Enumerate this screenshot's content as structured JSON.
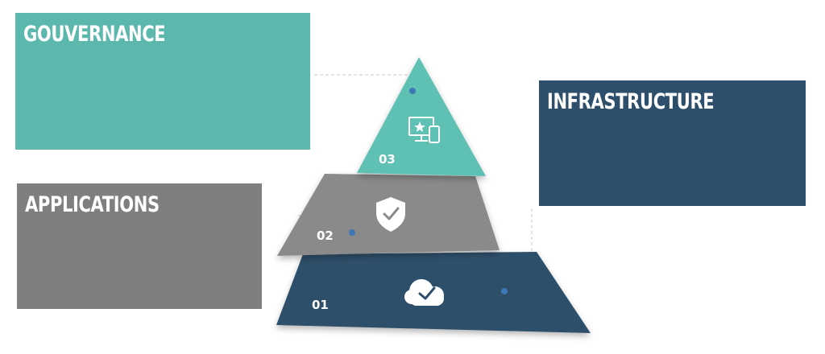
{
  "boxes": {
    "gouvernance": {
      "title": "GOUVERNANCE",
      "color": "#5cb8ad"
    },
    "applications": {
      "title": "APPLICATIONS",
      "color": "#7f7f7f"
    },
    "infrastructure": {
      "title": "INFRASTRUCTURE",
      "color": "#2e4f6b"
    }
  },
  "pyramid": {
    "levels": [
      {
        "number": "01",
        "icon": "cloud-check-icon",
        "color": "#2e4f6b"
      },
      {
        "number": "02",
        "icon": "shield-check-icon",
        "color": "#8a8a8a"
      },
      {
        "number": "03",
        "icon": "devices-star-icon",
        "color": "#5fc0b4"
      }
    ],
    "dot_color": "#3f79b5"
  }
}
